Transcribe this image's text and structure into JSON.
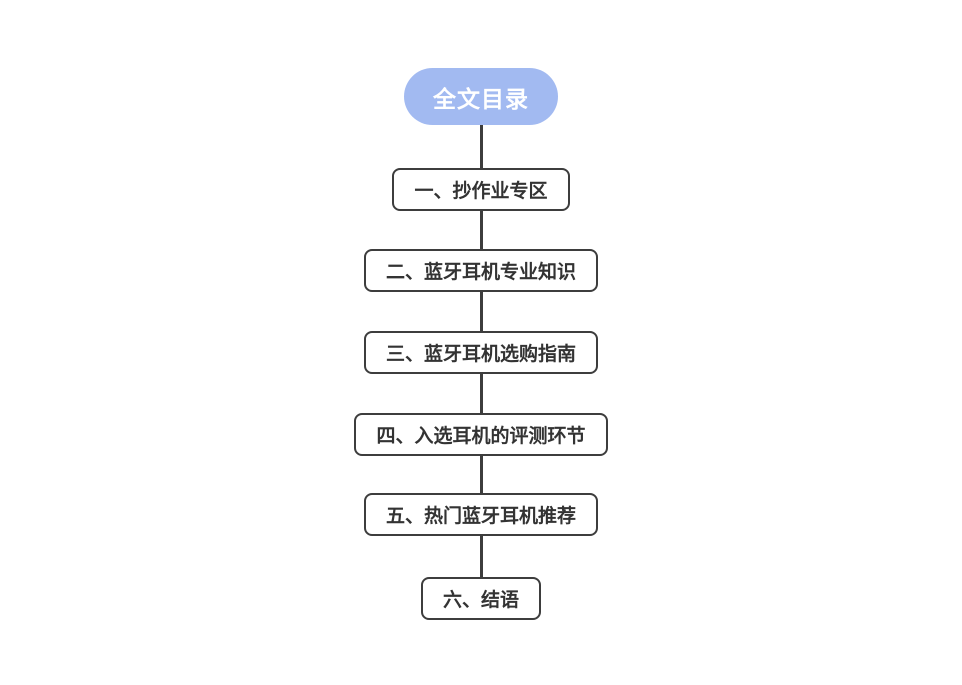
{
  "page": {
    "background_color": "#ffffff"
  },
  "flowchart": {
    "root": {
      "label": "全文目录",
      "bg_color": "#a2baf1",
      "text_color": "#ffffff"
    },
    "connector_color": "#3d3d3d",
    "node_border_color": "#3d3d3d",
    "node_text_color": "#333333",
    "nodes": [
      {
        "label": "一、抄作业专区"
      },
      {
        "label": "二、蓝牙耳机专业知识"
      },
      {
        "label": "三、蓝牙耳机选购指南"
      },
      {
        "label": "四、入选耳机的评测环节"
      },
      {
        "label": "五、热门蓝牙耳机推荐"
      },
      {
        "label": "六、结语"
      }
    ]
  }
}
